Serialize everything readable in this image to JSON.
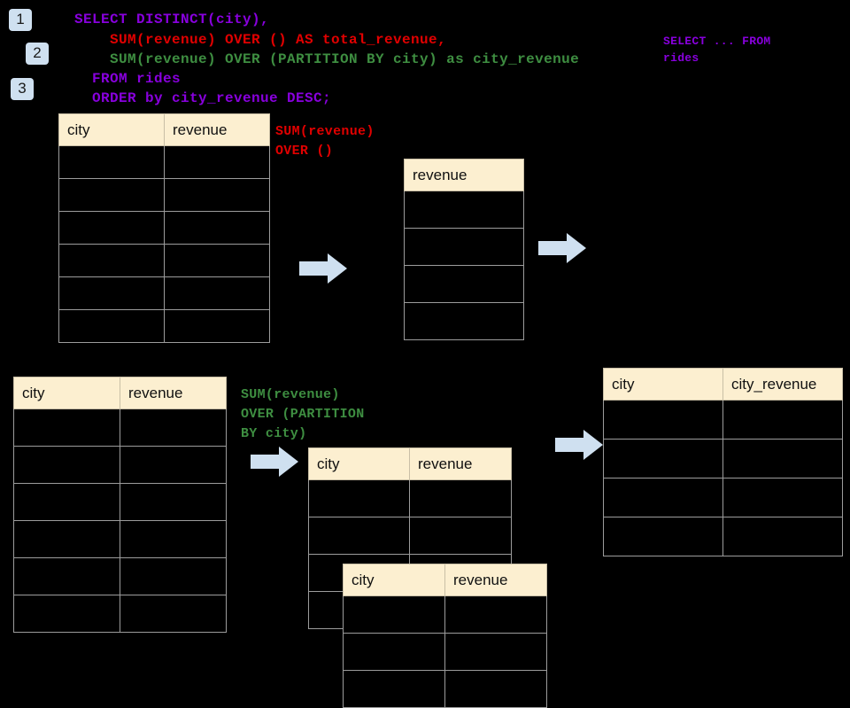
{
  "background_color": "#000000",
  "accent_colors": {
    "badge_bg": "#cfe0f0",
    "arrow": "#cfe0f0",
    "table_header_bg": "#fcefd0",
    "table_border": "#9c9c9c",
    "sql_keyword_purple": "#8800dd",
    "sql_red": "#e10000",
    "sql_green": "#3e8e41"
  },
  "badges": [
    {
      "label": "1"
    },
    {
      "label": "2"
    },
    {
      "label": "3"
    }
  ],
  "sql": {
    "lines": [
      {
        "text": "SELECT DISTINCT(city),",
        "color": "purple"
      },
      {
        "text": "    SUM(revenue) OVER () AS total_revenue,",
        "color": "red"
      },
      {
        "text": "    SUM(revenue) OVER (PARTITION BY city) as city_revenue",
        "color": "green"
      },
      {
        "text": "  FROM rides",
        "color": "purple"
      },
      {
        "text": "  ORDER by city_revenue DESC;",
        "color": "purple"
      }
    ]
  },
  "annotations": {
    "top_right_source": "SELECT ... FROM\nrides",
    "over_empty": "SUM(revenue)\nOVER ()",
    "over_partition": "SUM(revenue)\nOVER (PARTITION\nBY city)"
  },
  "tables": {
    "source_top": {
      "name": "rides-source-table",
      "headers": [
        "city",
        "revenue"
      ],
      "body_rows": 6
    },
    "total_revenue": {
      "name": "total-revenue-table",
      "headers": [
        "revenue"
      ],
      "body_rows": 4
    },
    "source_bottom": {
      "name": "rides-source-table-partition",
      "headers": [
        "city",
        "revenue"
      ],
      "body_rows": 6
    },
    "partition_back": {
      "name": "partition-group-table-back",
      "headers": [
        "city",
        "revenue"
      ],
      "body_rows": 4
    },
    "partition_front": {
      "name": "partition-group-table-front",
      "headers": [
        "city",
        "revenue"
      ],
      "body_rows": 3
    },
    "result": {
      "name": "result-table",
      "headers": [
        "city",
        "city_revenue"
      ],
      "body_rows": 4
    }
  },
  "arrows": [
    {
      "name": "arrow-source-to-total"
    },
    {
      "name": "arrow-total-to-result"
    },
    {
      "name": "arrow-source-to-partition"
    },
    {
      "name": "arrow-partition-to-result"
    }
  ]
}
